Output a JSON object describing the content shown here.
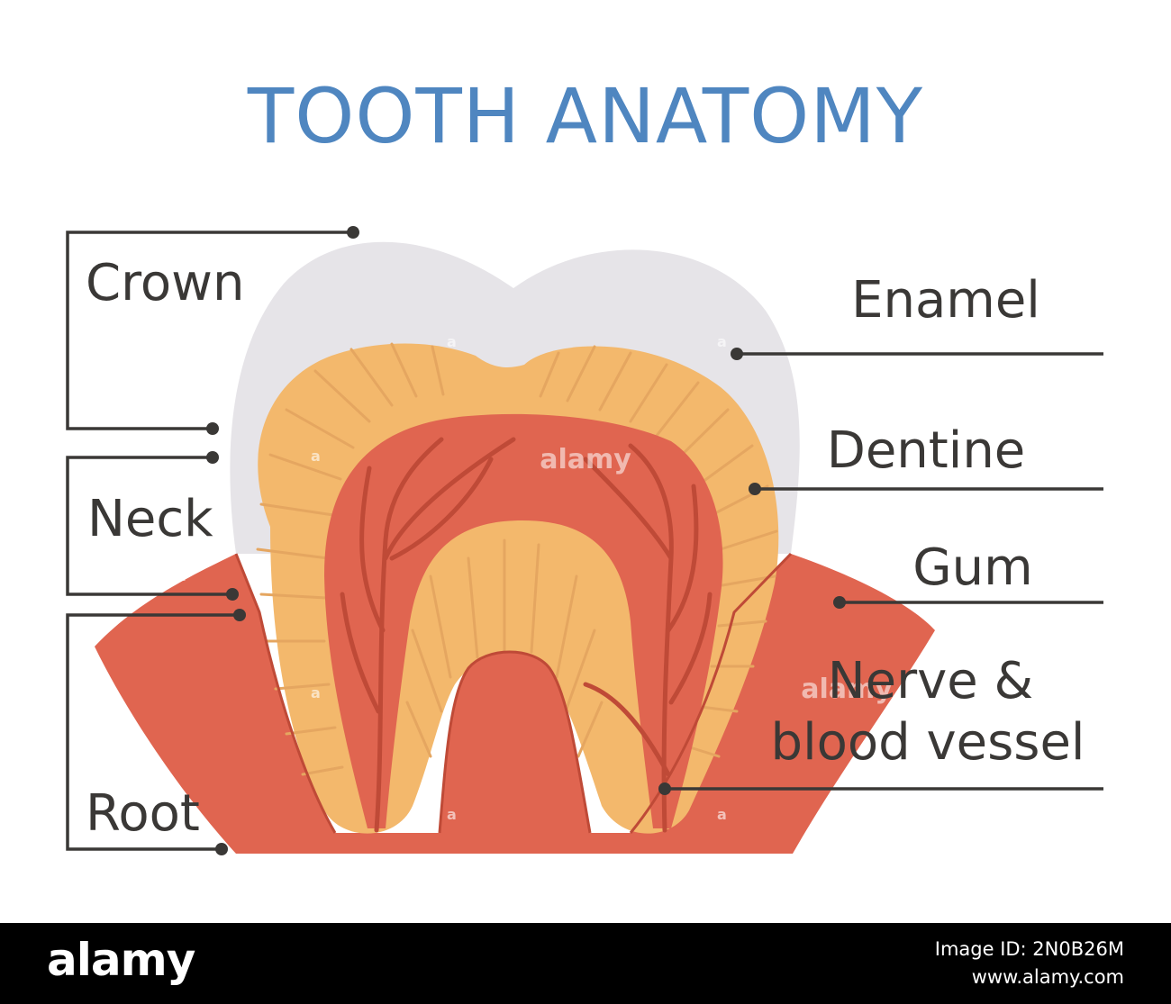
{
  "title": "TOOTH ANATOMY",
  "labels": {
    "crown": "Crown",
    "neck": "Neck",
    "root": "Root",
    "enamel": "Enamel",
    "dentine": "Dentine",
    "gum": "Gum",
    "nerve_line1": "Nerve &",
    "nerve_line2": "blood vessel"
  },
  "watermark": {
    "text": "alamy",
    "small": "a"
  },
  "footer": {
    "logo": "alamy",
    "image_id": "Image ID: 2N0B26M",
    "site": "www.alamy.com"
  },
  "colors": {
    "title": "#4f86c0",
    "enamel": "#e6e4e8",
    "dentine": "#f3b86c",
    "pulp": "#e06550",
    "gum": "#e06550",
    "vessel": "#bf4a37",
    "text": "#3a3836"
  }
}
